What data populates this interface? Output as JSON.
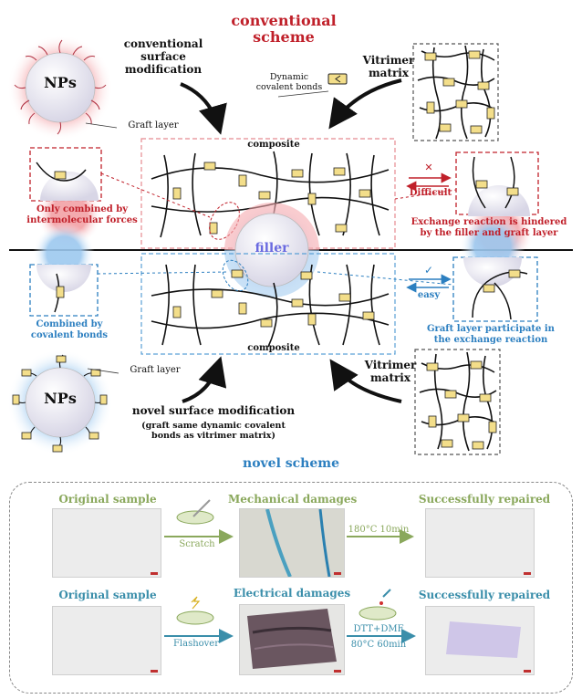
{
  "titles": {
    "conventional": "conventional\nscheme",
    "novel": "novel scheme"
  },
  "top": {
    "np_label": "NPs",
    "surface_mod": "conventional\nsurface\nmodification",
    "dynamic_bonds": "Dynamic\ncovalent bonds",
    "vitrimer": "Vitrimer\nmatrix",
    "graft_layer": "Graft layer",
    "composite": "composite",
    "only_combined": "Only combined by\nintermolecular forces",
    "cross": "✕",
    "difficult": "Difficult",
    "exchange_hindered": "Exchange reaction is hindered\nby the filler and graft layer"
  },
  "center": {
    "filler": "filler"
  },
  "bottom": {
    "combined_by": "Combined by\ncovalent bonds",
    "check": "✓",
    "easy": "easy",
    "graft_participate": "Graft layer participate in\nthe exchange reaction",
    "composite": "composite",
    "vitrimer": "Vitrimer\nmatrix",
    "graft_layer": "Graft layer",
    "np_label": "NPs",
    "novel_mod": "novel surface modification",
    "novel_mod_note": "(graft same dynamic covalent\nbonds as vitrimer matrix)"
  },
  "repair": {
    "row1": {
      "original": "Original sample",
      "mechanical": "Mechanical damages",
      "repaired": "Successfully repaired",
      "scratch": "Scratch",
      "condition": "180°C 10min"
    },
    "row2": {
      "original": "Original sample",
      "electrical": "Electrical damages",
      "repaired": "Successfully repaired",
      "flashover": "Flashover",
      "reagent": "DTT+DMF",
      "condition": "80°C 60min"
    }
  },
  "colors": {
    "red": "#c0202a",
    "blue": "#2c7fc0",
    "green": "#8aa85c",
    "teal": "#3a8eaa"
  }
}
